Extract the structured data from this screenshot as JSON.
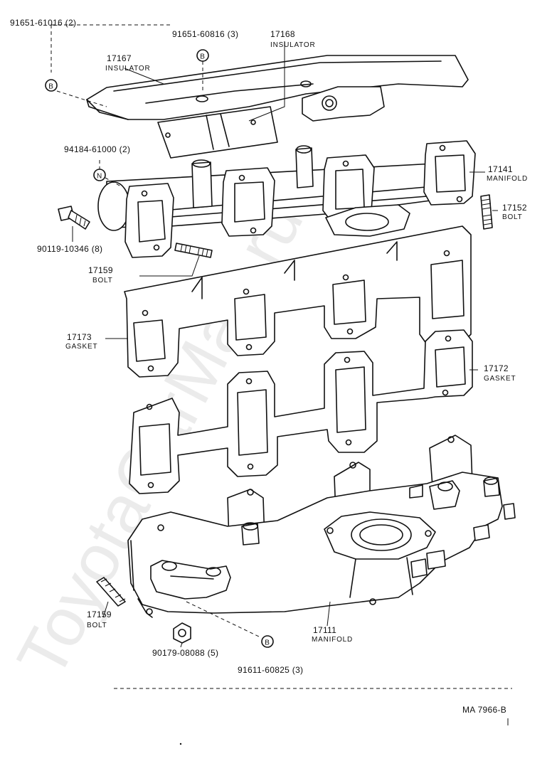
{
  "watermark": "ToyotaCarMart.ru",
  "figure_id": "MA  7966-B",
  "callouts": {
    "c91651_61016": "91651-61016 (2)",
    "c91651_60816": "91651-60816 (3)",
    "c17168": "17168",
    "c17168_sub": "INSULATOR",
    "c17167": "17167",
    "c17167_sub": "INSULATOR",
    "c94184": "94184-61000 (2)",
    "c17141": "17141",
    "c17141_sub": "MANIFOLD",
    "c17152": "17152",
    "c17152_sub": "BOLT",
    "c90119": "90119-10346 (8)",
    "c17159a": "17159",
    "c17159a_sub": "BOLT",
    "c17173": "17173",
    "c17173_sub": "GASKET",
    "c17172": "17172",
    "c17172_sub": "GASKET",
    "c17159b": "17159",
    "c17159b_sub": "BOLT",
    "c17111": "17111",
    "c17111_sub": "MANIFOLD",
    "c90179": "90179-08088 (5)",
    "c91611": "91611-60825 (3)"
  },
  "markers": {
    "b1": "B",
    "b2": "B",
    "n1": "N",
    "b3": "B"
  }
}
